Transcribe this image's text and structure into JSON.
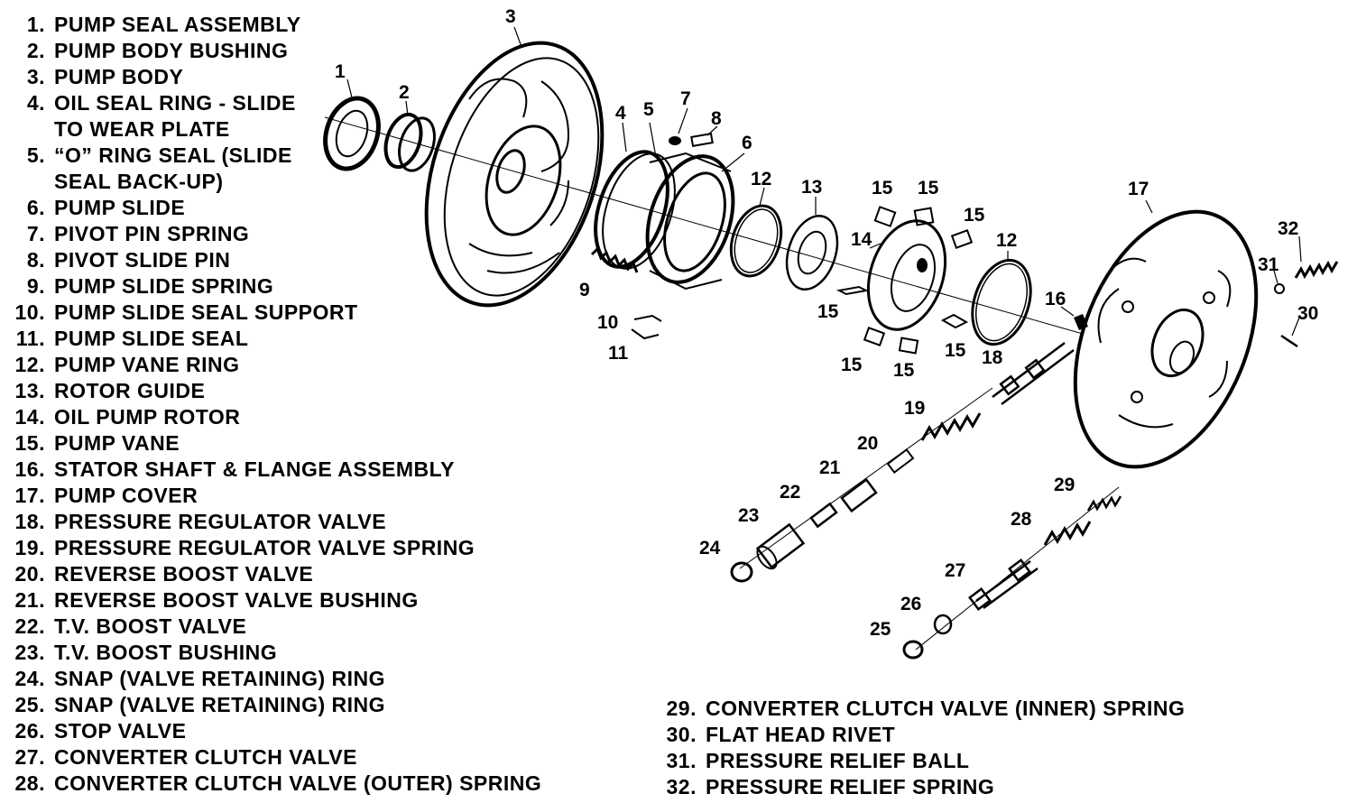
{
  "legend_left": [
    {
      "num": "1.",
      "lines": [
        "PUMP SEAL ASSEMBLY"
      ]
    },
    {
      "num": "2.",
      "lines": [
        "PUMP BODY BUSHING"
      ]
    },
    {
      "num": "3.",
      "lines": [
        "PUMP BODY"
      ]
    },
    {
      "num": "4.",
      "lines": [
        "OIL SEAL RING - SLIDE",
        "TO WEAR PLATE"
      ]
    },
    {
      "num": "5.",
      "lines": [
        "“O” RING SEAL (SLIDE",
        "SEAL BACK-UP)"
      ]
    },
    {
      "num": "6.",
      "lines": [
        "PUMP SLIDE"
      ]
    },
    {
      "num": "7.",
      "lines": [
        "PIVOT PIN SPRING"
      ]
    },
    {
      "num": "8.",
      "lines": [
        "PIVOT SLIDE PIN"
      ]
    },
    {
      "num": "9.",
      "lines": [
        "PUMP SLIDE SPRING"
      ]
    },
    {
      "num": "10.",
      "lines": [
        "PUMP SLIDE SEAL SUPPORT"
      ]
    },
    {
      "num": "11.",
      "lines": [
        "PUMP SLIDE SEAL"
      ]
    },
    {
      "num": "12.",
      "lines": [
        "PUMP VANE RING"
      ]
    },
    {
      "num": "13.",
      "lines": [
        "ROTOR GUIDE"
      ]
    },
    {
      "num": "14.",
      "lines": [
        "OIL PUMP ROTOR"
      ]
    },
    {
      "num": "15.",
      "lines": [
        "PUMP VANE"
      ]
    },
    {
      "num": "16.",
      "lines": [
        "STATOR SHAFT & FLANGE ASSEMBLY"
      ]
    },
    {
      "num": "17.",
      "lines": [
        "PUMP COVER"
      ]
    },
    {
      "num": "18.",
      "lines": [
        "PRESSURE REGULATOR VALVE"
      ]
    },
    {
      "num": "19.",
      "lines": [
        "PRESSURE REGULATOR VALVE SPRING"
      ]
    },
    {
      "num": "20.",
      "lines": [
        "REVERSE BOOST VALVE"
      ]
    },
    {
      "num": "21.",
      "lines": [
        "REVERSE BOOST VALVE BUSHING"
      ]
    },
    {
      "num": "22.",
      "lines": [
        "T.V. BOOST VALVE"
      ]
    },
    {
      "num": "23.",
      "lines": [
        "T.V. BOOST BUSHING"
      ]
    },
    {
      "num": "24.",
      "lines": [
        "SNAP (VALVE RETAINING) RING"
      ]
    },
    {
      "num": "25.",
      "lines": [
        "SNAP (VALVE RETAINING) RING"
      ]
    },
    {
      "num": "26.",
      "lines": [
        "STOP VALVE"
      ]
    },
    {
      "num": "27.",
      "lines": [
        "CONVERTER CLUTCH VALVE"
      ]
    },
    {
      "num": "28.",
      "lines": [
        "CONVERTER CLUTCH VALVE (OUTER) SPRING"
      ]
    }
  ],
  "legend_right": [
    {
      "num": "29.",
      "lines": [
        "CONVERTER CLUTCH VALVE (INNER) SPRING"
      ]
    },
    {
      "num": "30.",
      "lines": [
        "FLAT HEAD RIVET"
      ]
    },
    {
      "num": "31.",
      "lines": [
        "PRESSURE RELIEF BALL"
      ]
    },
    {
      "num": "32.",
      "lines": [
        "PRESSURE RELIEF SPRING"
      ]
    }
  ],
  "callouts": {
    "c1": "1",
    "c2": "2",
    "c3": "3",
    "c4": "4",
    "c5": "5",
    "c6": "6",
    "c7": "7",
    "c8": "8",
    "c9": "9",
    "c10": "10",
    "c11": "11",
    "c12a": "12",
    "c12b": "12",
    "c13": "13",
    "c14": "14",
    "c15a": "15",
    "c15b": "15",
    "c15c": "15",
    "c15d": "15",
    "c15e": "15",
    "c15f": "15",
    "c15g": "15",
    "c16": "16",
    "c17": "17",
    "c18": "18",
    "c19": "19",
    "c20": "20",
    "c21": "21",
    "c22": "22",
    "c23": "23",
    "c24": "24",
    "c25": "25",
    "c26": "26",
    "c27": "27",
    "c28": "28",
    "c29": "29",
    "c30": "30",
    "c31": "31",
    "c32": "32"
  }
}
